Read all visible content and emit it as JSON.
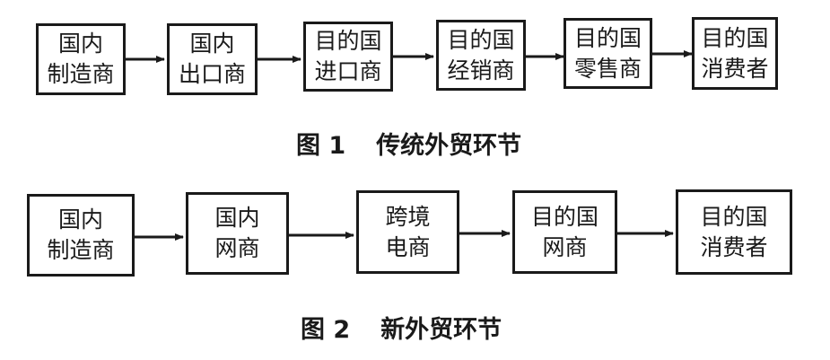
{
  "figure1": {
    "caption_number": "图 1",
    "caption_title": "传统外贸环节",
    "nodes": [
      {
        "line1": "国内",
        "line2": "制造商"
      },
      {
        "line1": "国内",
        "line2": "出口商"
      },
      {
        "line1": "目的国",
        "line2": "进口商"
      },
      {
        "line1": "目的国",
        "line2": "经销商"
      },
      {
        "line1": "目的国",
        "line2": "零售商"
      },
      {
        "line1": "目的国",
        "line2": "消费者"
      }
    ]
  },
  "figure2": {
    "caption_number": "图 2",
    "caption_title": "新外贸环节",
    "nodes": [
      {
        "line1": "国内",
        "line2": "制造商"
      },
      {
        "line1": "国内",
        "line2": "网商"
      },
      {
        "line1": "跨境",
        "line2": "电商"
      },
      {
        "line1": "目的国",
        "line2": "网商"
      },
      {
        "line1": "目的国",
        "line2": "消费者"
      }
    ]
  }
}
